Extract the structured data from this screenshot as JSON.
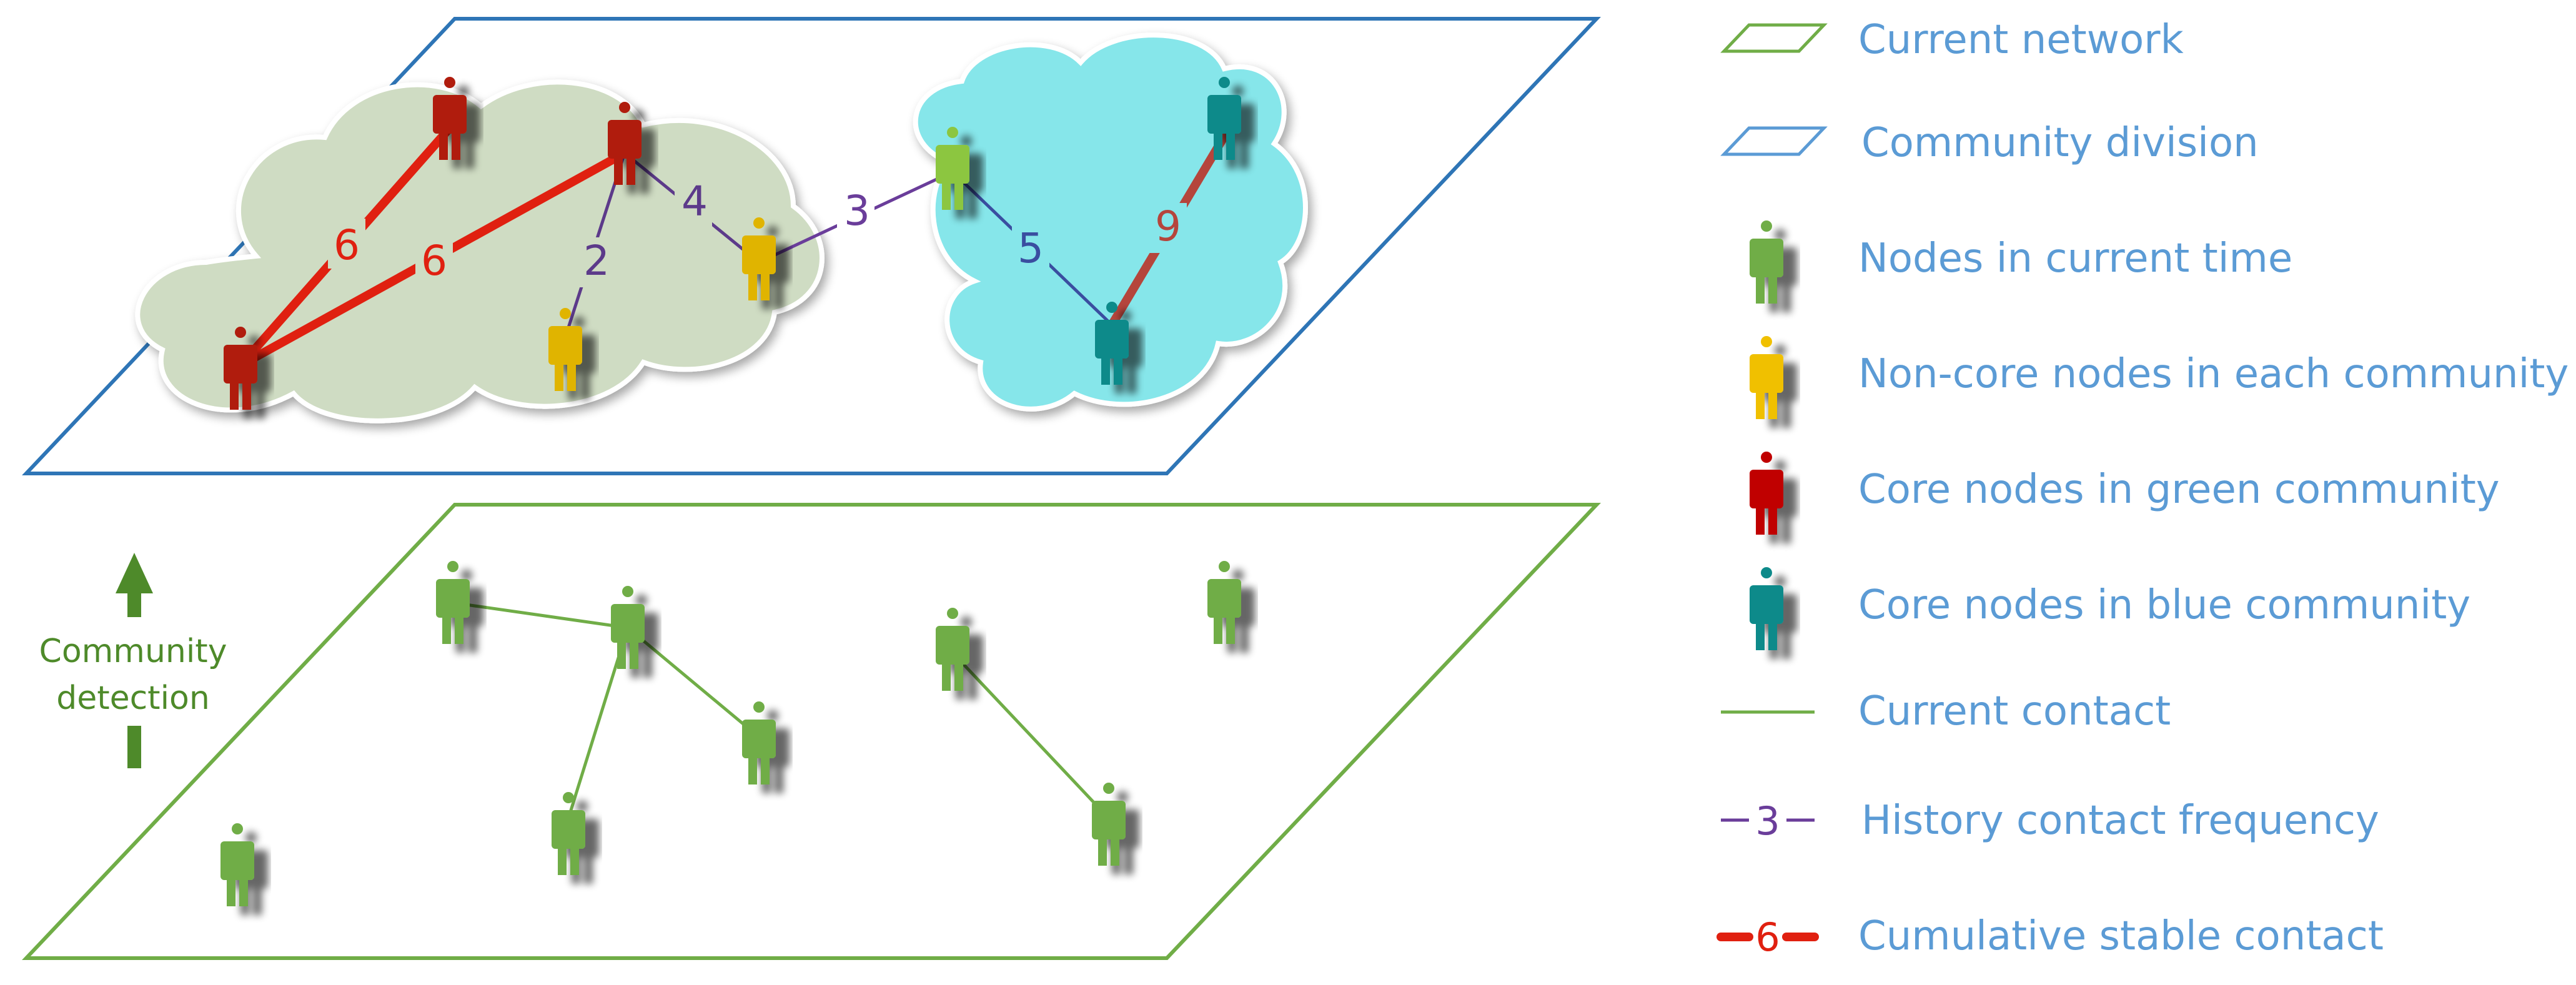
{
  "colors": {
    "current_network": "#70ad47",
    "community_division": "#2e75b6",
    "green_community_fill": "#cfdcc3",
    "blue_community_fill": "#86e6ea",
    "node_current": "#70ad47",
    "node_noncore": "#e0b400",
    "node_core_green": "#b01c10",
    "node_core_blue": "#0d8a8a",
    "history_line": "#6a3d9a",
    "stable_line": "#e02010",
    "legend_text": "#5b9bd5",
    "arrow_text": "#4e8a2a"
  },
  "top_plane": {
    "green_edges": [
      {
        "label": "6"
      },
      {
        "label": "6"
      }
    ],
    "blue_edges": [
      {
        "label": "9"
      }
    ],
    "history_edges": [
      {
        "label": "2"
      },
      {
        "label": "4"
      },
      {
        "label": "3"
      },
      {
        "label": "5"
      }
    ]
  },
  "side_arrow": {
    "line1": "Community",
    "line2": "detection"
  },
  "legend": {
    "items": [
      {
        "label": "Current network",
        "icon": "green-parallelogram-icon"
      },
      {
        "label": "Community division",
        "icon": "blue-parallelogram-icon"
      },
      {
        "label": "Nodes in current time",
        "icon": "green-person-icon"
      },
      {
        "label": "Non-core nodes in each community",
        "icon": "yellow-person-icon"
      },
      {
        "label": "Core nodes in green community",
        "icon": "red-person-icon"
      },
      {
        "label": "Core nodes in blue community",
        "icon": "teal-person-icon"
      },
      {
        "label": "Current contact",
        "icon": "green-line-icon"
      },
      {
        "label": "History contact frequency",
        "icon": "purple-line-icon",
        "sample": "3"
      },
      {
        "label": "Cumulative stable contact",
        "icon": "red-line-icon",
        "sample": "6"
      }
    ]
  }
}
